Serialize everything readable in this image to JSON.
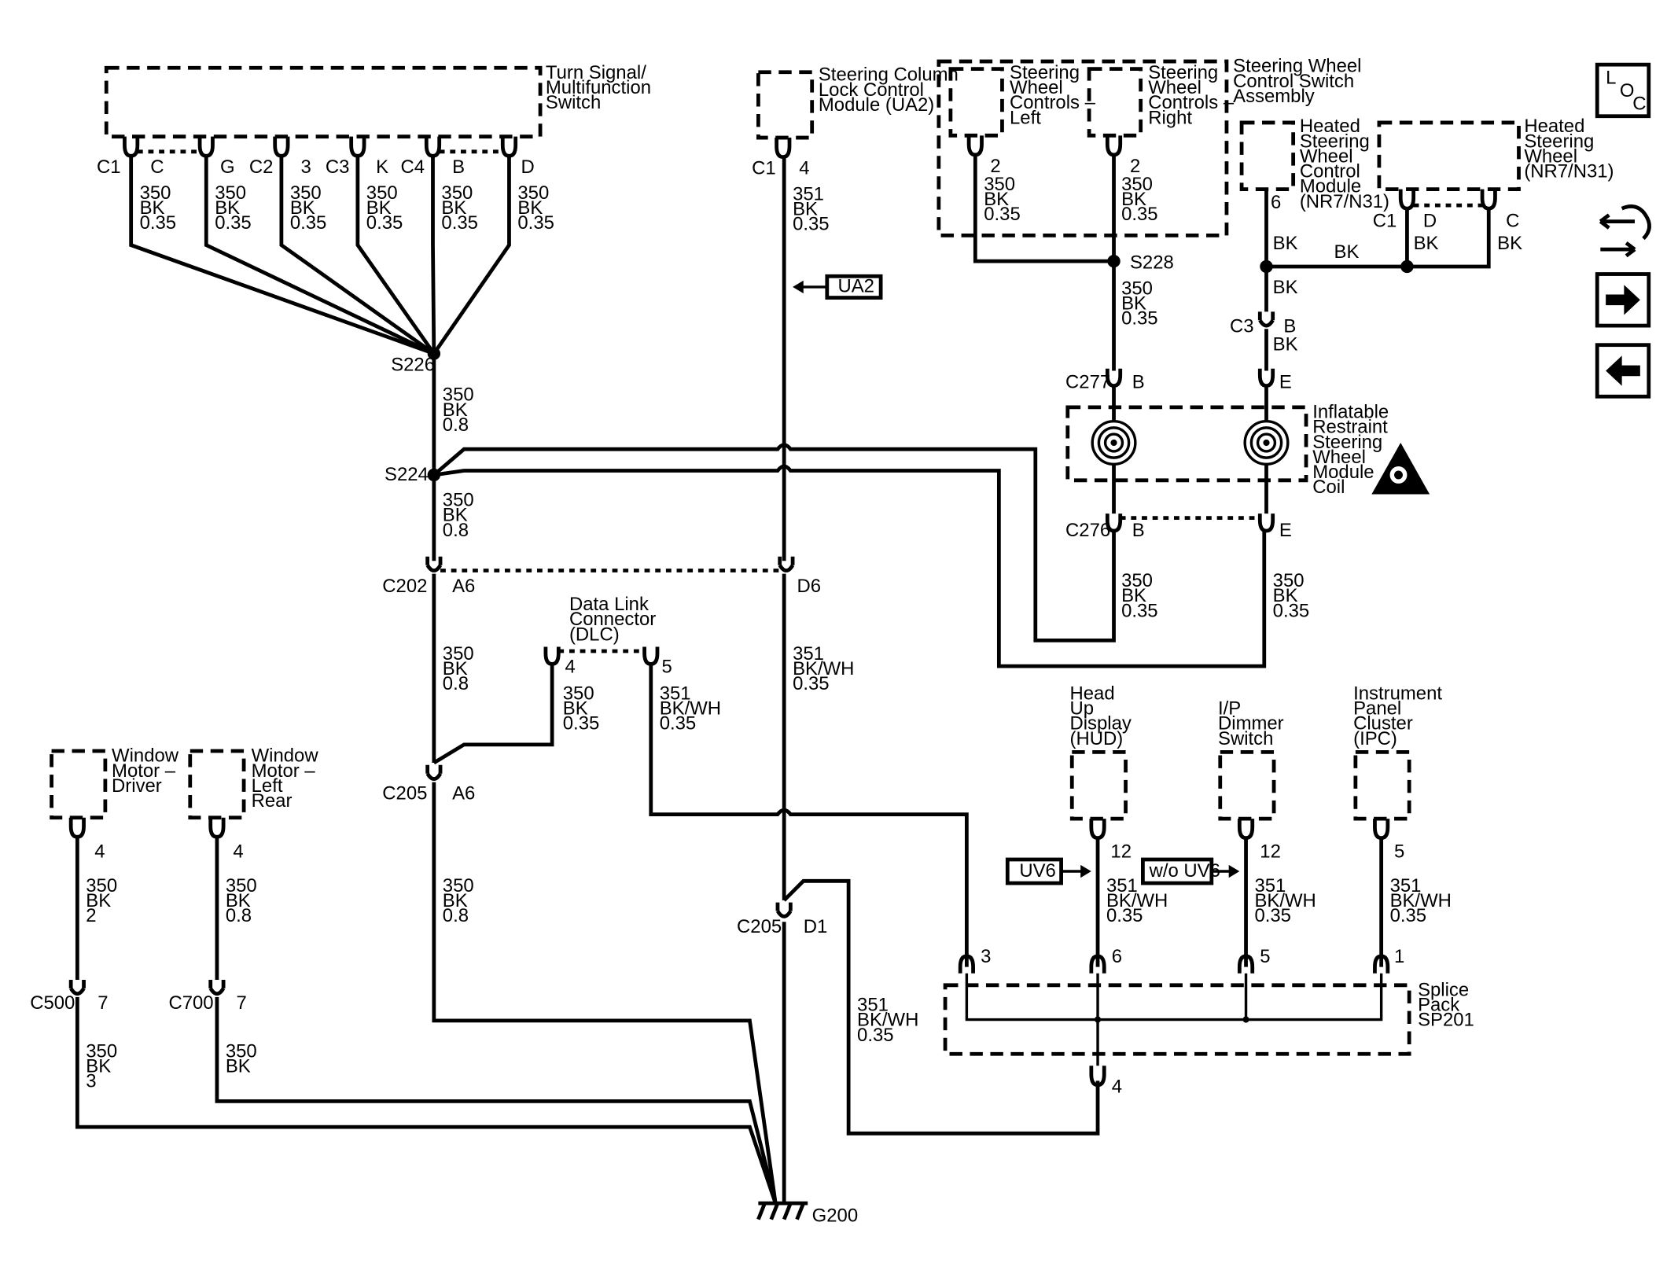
{
  "components": {
    "turn_signal": [
      "Turn Signal/",
      "Multifunction",
      "Switch"
    ],
    "steering_column_lock": [
      "Steering Column",
      "Lock Control",
      "Module (UA2)"
    ],
    "swc_left": [
      "Steering",
      "Wheel",
      "Controls –",
      "Left"
    ],
    "swc_right": [
      "Steering",
      "Wheel",
      "Controls –",
      "Right"
    ],
    "swc_assembly": [
      "Steering Wheel",
      "Control Switch",
      "Assembly"
    ],
    "heated_module": [
      "Heated",
      "Steering",
      "Wheel",
      "Control",
      "Module",
      "(NR7/N31)"
    ],
    "heated_wheel": [
      "Heated",
      "Steering",
      "Wheel",
      "(NR7/N31)"
    ],
    "inflatable_coil": [
      "Inflatable",
      "Restraint",
      "Steering",
      "Wheel",
      "Module",
      "Coil"
    ],
    "dlc": [
      "Data Link",
      "Connector",
      "(DLC)"
    ],
    "window_driver": [
      "Window",
      "Motor –",
      "Driver"
    ],
    "window_left_rear": [
      "Window",
      "Motor –",
      "Left",
      "Rear"
    ],
    "hud": [
      "Head",
      "Up",
      "Display",
      "(HUD)"
    ],
    "dimmer": [
      "I/P",
      "Dimmer",
      "Switch"
    ],
    "ipc": [
      "Instrument",
      "Panel",
      "Cluster",
      "(IPC)"
    ],
    "splice_pack": [
      "Splice",
      "Pack",
      "SP201"
    ]
  },
  "connectors": {
    "c1": "C1",
    "c2": "C2",
    "c3": "C3",
    "c4": "C4",
    "c1_pin_c": "C",
    "c1_pin_g": "G",
    "c2_pin": "3",
    "c3_pin": "K",
    "c4_pin_b": "B",
    "c4_pin_d": "D",
    "ua2_c1": "C1",
    "ua2_pin": "4",
    "swl_pin": "2",
    "swr_pin": "2",
    "hsm_pin": "6",
    "hsw_c1": "C1",
    "hsw_pin_d": "D",
    "hsw_pin_c": "C",
    "c3b": "C3",
    "c3b_pin": "B",
    "c277": "C277",
    "c277_b": "B",
    "c277_e": "E",
    "c276": "C276",
    "c276_b": "B",
    "c276_e": "E",
    "c202": "C202",
    "c202_a6": "A6",
    "c202_d6": "D6",
    "dlc_pin4": "4",
    "dlc_pin5": "5",
    "c205_top": "C205",
    "c205_a6": "A6",
    "c205_bot": "C205",
    "c205_d1": "D1",
    "wmd_pin": "4",
    "wmlr_pin": "4",
    "c500": "C500",
    "c500_pin": "7",
    "c700": "C700",
    "c700_pin": "7",
    "hud_pin": "12",
    "dim_pin": "12",
    "ipc_pin": "5",
    "sp_pin3": "3",
    "sp_pin6": "6",
    "sp_pin5": "5",
    "sp_pin1": "1",
    "sp_pin4": "4"
  },
  "splices": {
    "s226": "S226",
    "s224": "S224",
    "s228": "S228",
    "g200": "G200"
  },
  "wires": {
    "w350bk035": [
      "350",
      "BK",
      "0.35"
    ],
    "w350bk08": [
      "350",
      "BK",
      "0.8"
    ],
    "w351bk035": [
      "351",
      "BK",
      "0.35"
    ],
    "w351bkwh035": [
      "351",
      "BK/WH",
      "0.35"
    ],
    "w350bk2": [
      "350",
      "BK",
      "2"
    ],
    "w350bk3": [
      "350",
      "BK",
      "3"
    ],
    "w350bk_only": [
      "350",
      "BK"
    ],
    "bk": "BK"
  },
  "options": {
    "ua2": "UA2",
    "uv6": "UV6",
    "wo_uv6": "w/o UV6"
  },
  "nav": {
    "loc_l": "L",
    "loc_o": "O",
    "loc_c": "C"
  }
}
